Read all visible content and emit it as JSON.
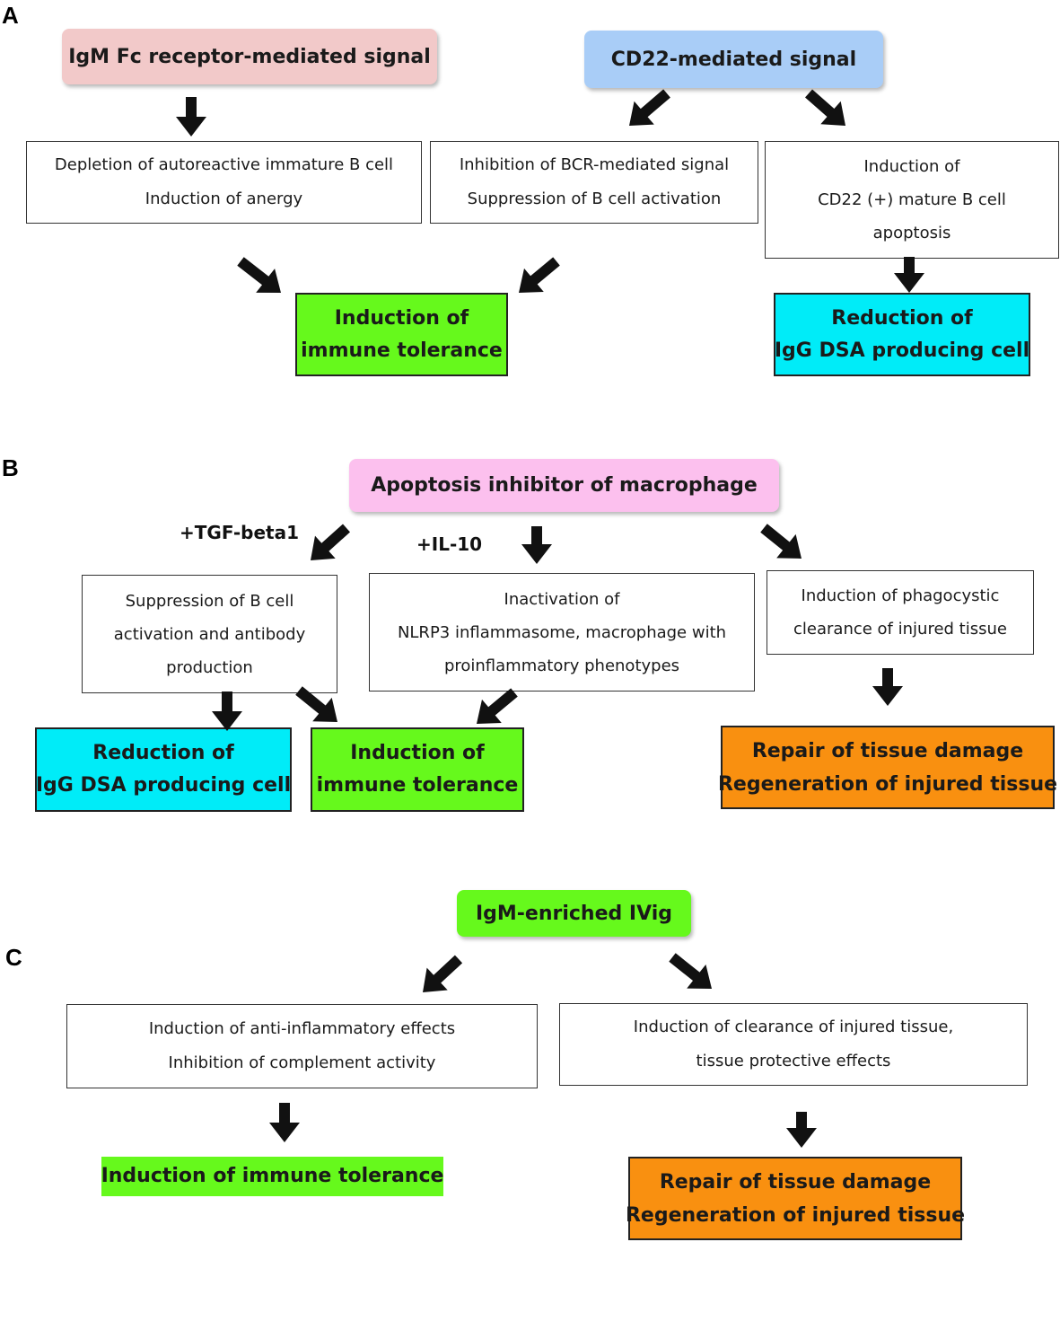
{
  "panels": {
    "a": {
      "label": "A",
      "source_left": "IgM Fc receptor-mediated signal",
      "source_right": "CD22-mediated signal",
      "effect_1": [
        "Depletion of autoreactive immature B cell",
        "Induction of anergy"
      ],
      "effect_2": [
        "Inhibition of BCR-mediated signal",
        "Suppression of B cell activation"
      ],
      "effect_3": [
        "Induction of",
        "CD22 (+) mature B cell",
        "apoptosis"
      ],
      "outcome_tolerance": [
        "Induction of",
        "immune tolerance"
      ],
      "outcome_reduction": [
        "Reduction of",
        "IgG DSA producing cell"
      ]
    },
    "b": {
      "label": "B",
      "source": "Apoptosis inhibitor of macrophage",
      "condition_1": "+TGF-beta1",
      "condition_2": "+IL-10",
      "effect_1": [
        "Suppression of B cell",
        "activation and antibody",
        "production"
      ],
      "effect_2": [
        "Inactivation of",
        "NLRP3 inflammasome, macrophage with",
        "proinflammatory phenotypes"
      ],
      "effect_3": [
        "Induction of phagocystic",
        "clearance of injured tissue"
      ],
      "outcome_reduction": [
        "Reduction of",
        "IgG DSA producing cell"
      ],
      "outcome_tolerance": [
        "Induction of",
        "immune tolerance"
      ],
      "outcome_repair": [
        "Repair of tissue damage",
        "Regeneration of injured tissue"
      ]
    },
    "c": {
      "label": "C",
      "source": "IgM-enriched IVig",
      "effect_1": [
        "Induction of anti-inflammatory effects",
        "Inhibition of complement activity"
      ],
      "effect_2": [
        "Induction of clearance of injured tissue,",
        "tissue protective effects"
      ],
      "outcome_tolerance": [
        "Induction of immune tolerance"
      ],
      "outcome_repair": [
        "Repair of tissue damage",
        "Regeneration of injured tissue"
      ]
    }
  },
  "colors": {
    "pink": "#f2c9c9",
    "blue": "#a9cdf7",
    "magenta": "#fcc0ee",
    "green": "#66f91c",
    "cyan": "#00ecf8",
    "orange": "#f99010",
    "arrow": "#111111"
  }
}
